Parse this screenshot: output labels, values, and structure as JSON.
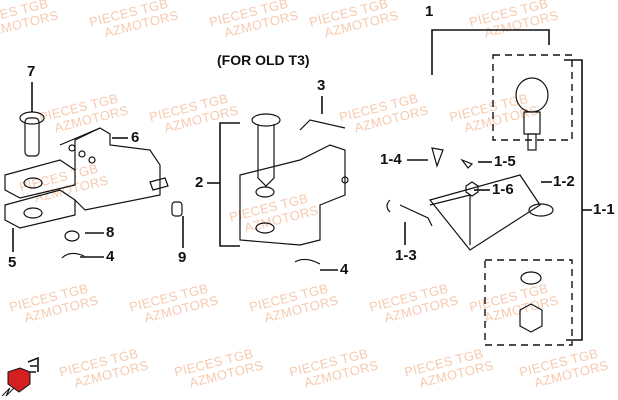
{
  "watermark": {
    "line1": "PIECES TGB",
    "line2": "AZMOTORS"
  },
  "note": "(FOR OLD T3)",
  "callouts": {
    "c1": "1",
    "c2": "2",
    "c3": "3",
    "c4a": "4",
    "c4b": "4",
    "c5": "5",
    "c6": "6",
    "c7": "7",
    "c8": "8",
    "c9": "9",
    "c1_1": "1-1",
    "c1_2": "1-2",
    "c1_3": "1-3",
    "c1_4": "1-4",
    "c1_5": "1-5",
    "c1_6": "1-6"
  },
  "colors": {
    "line": "#111111",
    "watermark": "#f3b995",
    "logo_red": "#d42020"
  },
  "logo_icon": "shield-f-logo"
}
